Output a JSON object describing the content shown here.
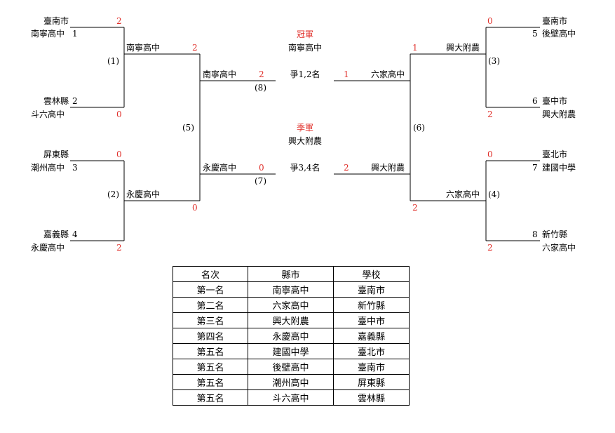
{
  "left": {
    "seed1": {
      "city": "臺南市",
      "school": "南寧高中",
      "num": "1",
      "score": "2"
    },
    "seed2": {
      "city": "雲林縣",
      "school": "斗六高中",
      "num": "2",
      "score": "0"
    },
    "seed3": {
      "city": "屏東縣",
      "school": "潮州高中",
      "num": "3",
      "score": "0"
    },
    "seed4": {
      "city": "嘉義縣",
      "school": "永慶高中",
      "num": "4",
      "score": "2"
    },
    "m1": {
      "label": "(1)",
      "winner": "南寧高中",
      "score": "2"
    },
    "m2": {
      "label": "(2)",
      "winner": "永慶高中",
      "score": "0"
    },
    "m5": {
      "label": "(5)"
    },
    "m8": {
      "label": "(8)",
      "team": "南寧高中",
      "score": "2"
    },
    "m7": {
      "label": "(7)",
      "team": "永慶高中",
      "score": "0"
    }
  },
  "right": {
    "seed5": {
      "city": "臺南市",
      "school": "後壁高中",
      "num": "5",
      "score": "0"
    },
    "seed6": {
      "city": "臺中市",
      "school": "興大附農",
      "num": "6",
      "score": "2"
    },
    "seed7": {
      "city": "臺北市",
      "school": "建國中學",
      "num": "7",
      "score": "0"
    },
    "seed8": {
      "city": "新竹縣",
      "school": "六家高中",
      "num": "8",
      "score": "2"
    },
    "m3": {
      "label": "(3)",
      "winner": "興大附農",
      "score": "1"
    },
    "m4": {
      "label": "(4)",
      "winner": "六家高中",
      "score": "2"
    },
    "m6": {
      "label": "(6)"
    },
    "final_team": {
      "team": "六家高中",
      "score": "1"
    },
    "third_team": {
      "team": "興大附農",
      "score": "2"
    }
  },
  "center": {
    "champion_title": "冠軍",
    "champion_team": "南寧高中",
    "final_label": "爭1,2名",
    "third_title": "季軍",
    "third_team": "興大附農",
    "third_label": "爭3,4名"
  },
  "table": {
    "headers": [
      "名次",
      "縣市",
      "學校"
    ],
    "rows": [
      [
        "第一名",
        "南寧高中",
        "臺南市"
      ],
      [
        "第二名",
        "六家高中",
        "新竹縣"
      ],
      [
        "第三名",
        "興大附農",
        "臺中市"
      ],
      [
        "第四名",
        "永慶高中",
        "嘉義縣"
      ],
      [
        "第五名",
        "建國中學",
        "臺北市"
      ],
      [
        "第五名",
        "後壁高中",
        "臺南市"
      ],
      [
        "第五名",
        "潮州高中",
        "屏東縣"
      ],
      [
        "第五名",
        "斗六高中",
        "雲林縣"
      ]
    ]
  },
  "colors": {
    "score": "#e0302b",
    "line": "#000000"
  }
}
